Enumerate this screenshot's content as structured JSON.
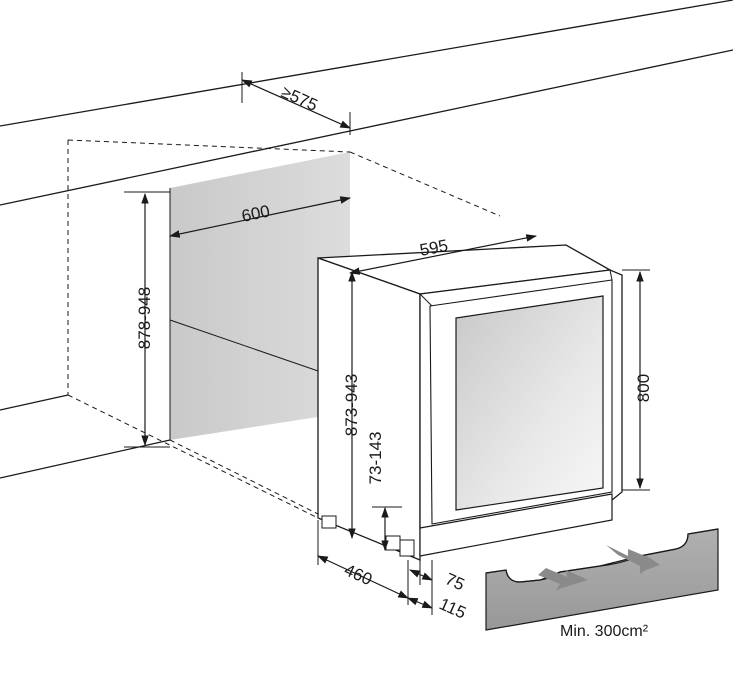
{
  "dimensions": {
    "depth_min": "≥575",
    "niche_width": "600",
    "niche_height": "878-948",
    "unit_width": "595",
    "unit_height": "873-943",
    "door_height": "800",
    "feet_adjust": "73-143",
    "unit_depth": "460",
    "door_offset": "75",
    "plinth_offset": "115"
  },
  "vent_note": "Min. 300cm²"
}
